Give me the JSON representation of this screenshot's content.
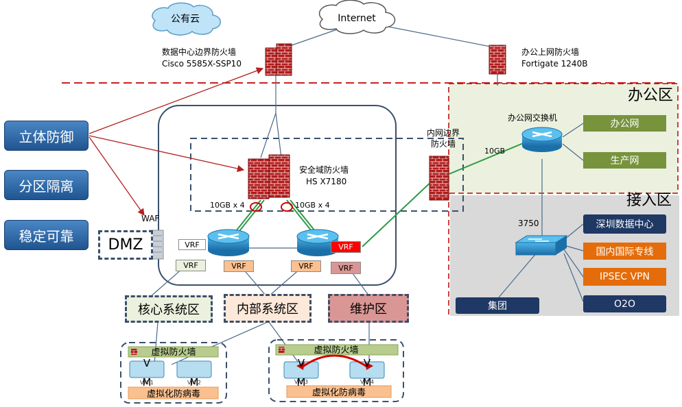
{
  "clouds": {
    "public": "公有云",
    "internet": "Internet"
  },
  "devices": {
    "dc_fw": {
      "name": "数据中心边界防火墙",
      "model": "Cisco 5585X-SSP10"
    },
    "office_fw": {
      "name": "办公上网防火墙",
      "model": "Fortigate 1240B"
    },
    "sec_fw": {
      "name": "安全域防火墙",
      "model": "HS X7180"
    },
    "inner_fw": {
      "line1": "内网边界",
      "line2": "防火墙"
    },
    "office_switch": "办公网交换机",
    "access_switch": "3750",
    "waf": "WAF"
  },
  "links": {
    "left": "10GB x 4",
    "right": "10GB x 4",
    "office": "10GB"
  },
  "vrf": "VRF",
  "left_labels": [
    "立体防御",
    "分区隔离",
    "稳定可靠"
  ],
  "zones": {
    "dmz": "DMZ",
    "core": "核心系统区",
    "internal": "内部系统区",
    "maintenance": "维护区",
    "office": "办公区",
    "access": "接入区"
  },
  "office_items": [
    "办公网",
    "生产网"
  ],
  "access_items": [
    "深圳数据中心",
    "国内国际专线",
    "IPSEC VPN",
    "O2O"
  ],
  "group": "集团",
  "virtual": {
    "fw": "虚拟防火墙",
    "av": "虚拟化防病毒",
    "vm_glyph": "V",
    "vm_glyph2": "M",
    "left_vms": [
      "VM 1",
      "VM 2"
    ],
    "right_vms": [
      "VM 3",
      "VM 4"
    ]
  },
  "colors": {
    "blue_btn": "#2e6aa8",
    "green_btn": "#77933c",
    "navy": "#1f3864",
    "orange": "#e46c0a",
    "dash_red": "#c00000",
    "office_bg": "#ebf1de",
    "access_bg": "#d9d9d9",
    "vrf_orange": "#fac090",
    "vrf_red": "#ff0000"
  }
}
